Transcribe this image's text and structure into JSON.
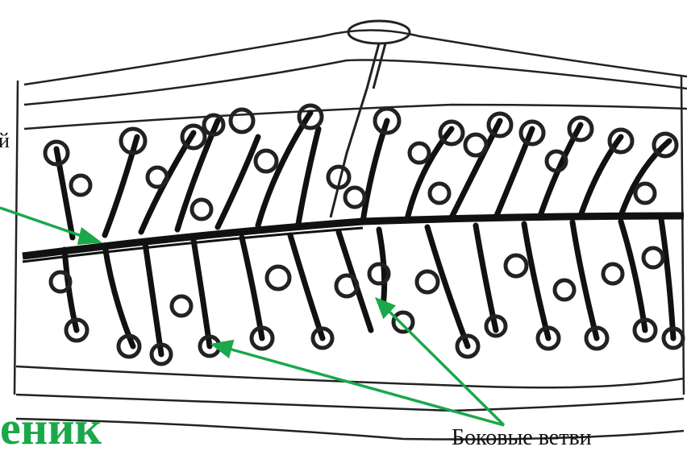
{
  "labels": {
    "top_title_fragment": "",
    "left_fragment_1": "й",
    "left_fragment_2": "",
    "bottom_title_fragment": "еник",
    "side_branches": "Боковые ветви"
  },
  "colors": {
    "arrow": "#1aa84a",
    "ink": "#111111",
    "title": "#1aa84a",
    "background": "#ffffff"
  }
}
